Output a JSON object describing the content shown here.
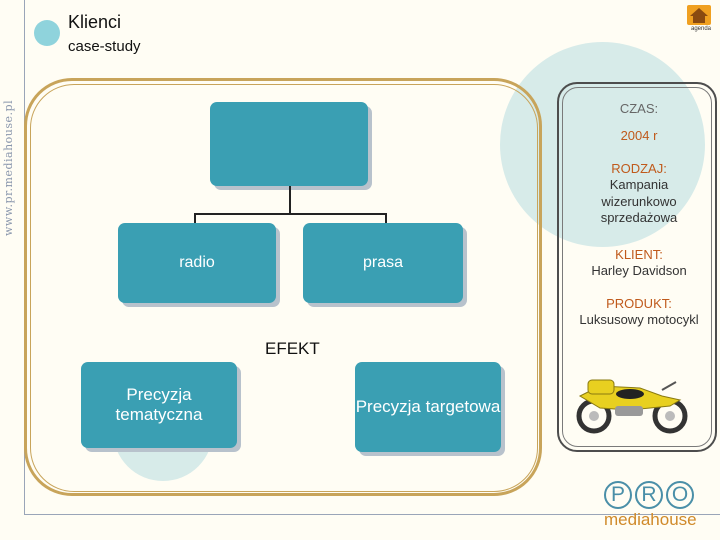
{
  "sidebar": {
    "url": "www.pr.mediahouse.pl"
  },
  "header": {
    "title": "Klienci",
    "subtitle": "case-study"
  },
  "nav": {
    "home_label": "agenda"
  },
  "diagram": {
    "top": "",
    "radio": "radio",
    "prasa": "prasa",
    "efekt": "EFEKT",
    "precyzja_tematyczna": "Precyzja tematyczna",
    "precyzja_targetowa": "Precyzja targetowa"
  },
  "info": {
    "czas_label": "CZAS:",
    "czas_value": "2004 r",
    "rodzaj_label": "RODZAJ:",
    "rodzaj_value": "Kampania wizerunkowo sprzedażowa",
    "klient_label": "KLIENT:",
    "klient_value": "Harley Davidson",
    "produkt_label": "PRODUKT:",
    "produkt_value": "Luksusowy motocykl"
  },
  "logo": {
    "letters": [
      "P",
      "R",
      "O"
    ],
    "name": "mediahouse"
  },
  "colors": {
    "accent_teal": "#3a9fb3",
    "frame_gold": "#c8a45a",
    "orange_text": "#c05a1c"
  },
  "icons": {
    "home": "home-icon"
  }
}
